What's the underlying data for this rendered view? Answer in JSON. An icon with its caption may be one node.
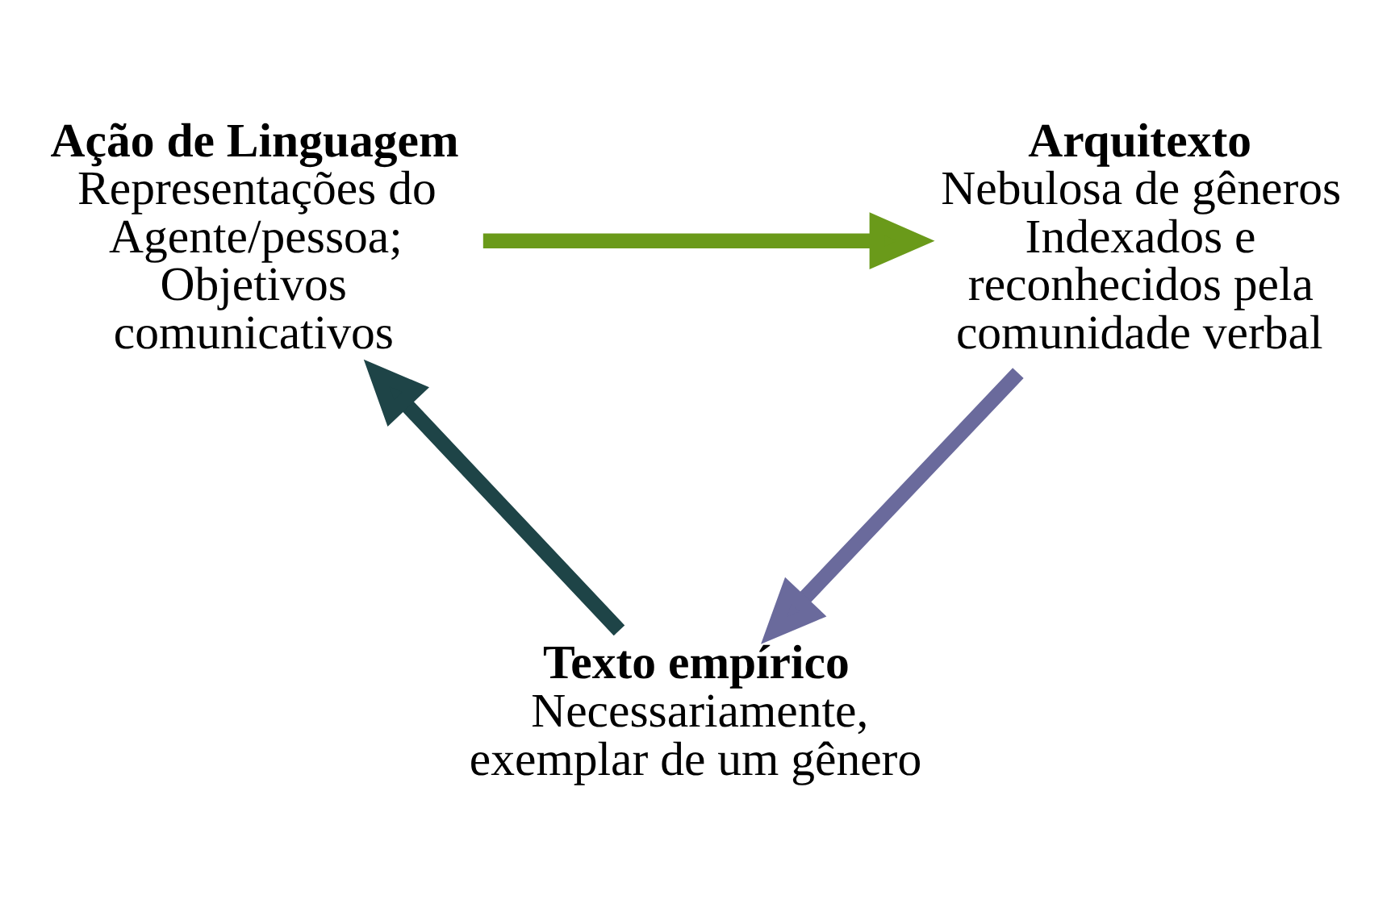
{
  "diagram": {
    "nodes": [
      {
        "text": [
          "Ação de Linguagem",
          "Representações do Agente/pessoa; Objetivos comunicativos"
        ]
      },
      {
        "text": [
          "Arquitexto",
          "Nebulosa de gêneros Indexados e reconhecidos pela comunidade verbal"
        ]
      },
      {
        "text": [
          "Texto empírico",
          "Necessariamente, exemplar de um gênero"
        ]
      }
    ],
    "edges": [
      {
        "from": 0,
        "to": 1,
        "arrow": "to",
        "color": "#6a9a1a"
      },
      {
        "from": 1,
        "to": 2,
        "arrow": "to",
        "color": "#6a6a9c"
      },
      {
        "from": 2,
        "to": 0,
        "arrow": "to",
        "color": "#1e4447"
      }
    ]
  }
}
